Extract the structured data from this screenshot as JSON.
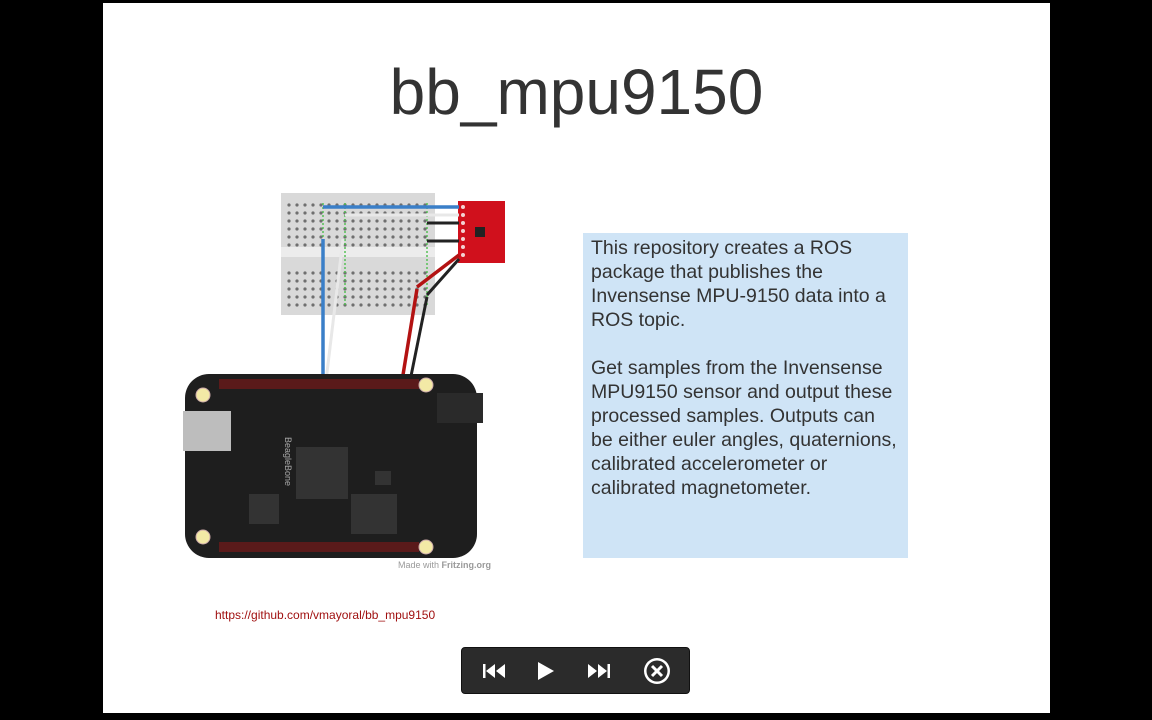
{
  "slide": {
    "title": "bb_mpu9150",
    "description": [
      "This repository creates a ROS package that publishes the Invensense MPU-9150 data into a ROS topic.",
      "Get samples from the Invensense MPU9150 sensor and output these processed samples. Outputs can be either euler angles, quaternions, calibrated accelerometer or calibrated magnetometer."
    ],
    "link": "https://github.com/vmayoral/bb_mpu9150",
    "diagram": {
      "board_label": "BeagleBone",
      "credit_prefix": "Made with",
      "credit_brand": "Fritzing.org",
      "wire_colors": [
        "#3a7fc8",
        "#e8e8e8",
        "#b31212",
        "#222222"
      ]
    }
  },
  "player": {
    "controls": [
      "previous-icon",
      "play-icon",
      "next-icon",
      "close-icon"
    ]
  }
}
